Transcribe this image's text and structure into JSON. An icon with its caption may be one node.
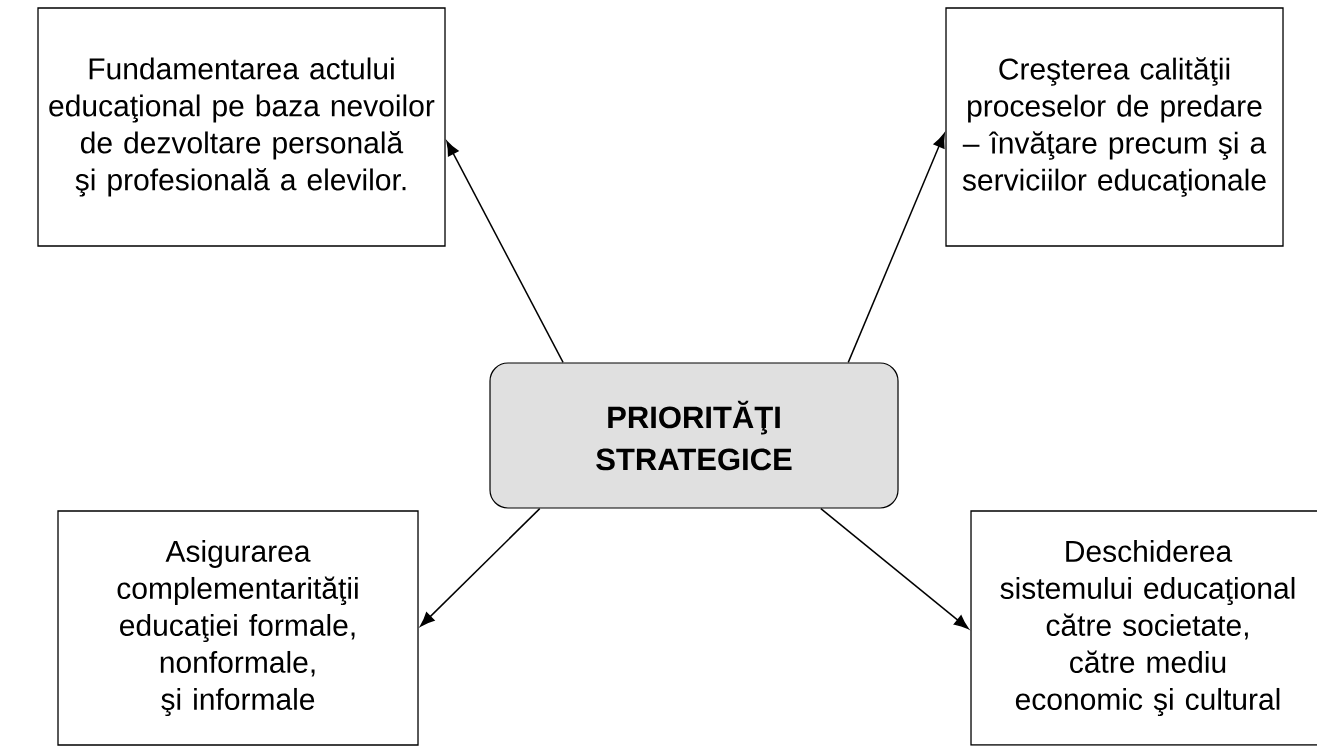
{
  "diagram": {
    "nodes": [
      {
        "text": [
          "PRIORITĂŢI STRATEGICE"
        ]
      },
      {
        "text": [
          "Fundamentarea actului educaţional pe baza nevoilor de dezvoltare personală şi profesională a elevilor."
        ]
      },
      {
        "text": [
          "Creşterea calităţii proceselor de predare – învăţare precum şi a serviciilor educaţionale"
        ]
      },
      {
        "text": [
          "Asigurarea complementarităţii educaţiei formale, nonformale, şi informale"
        ]
      },
      {
        "text": [
          "Deschiderea sistemului educaţional către societate, către mediu economic şi cultural"
        ]
      }
    ],
    "edges": [
      {
        "from": 0,
        "to": 1,
        "arrow": "to"
      },
      {
        "from": 0,
        "to": 2,
        "arrow": "to"
      },
      {
        "from": 0,
        "to": 3,
        "arrow": "to"
      },
      {
        "from": 0,
        "to": 4,
        "arrow": "to"
      }
    ]
  }
}
